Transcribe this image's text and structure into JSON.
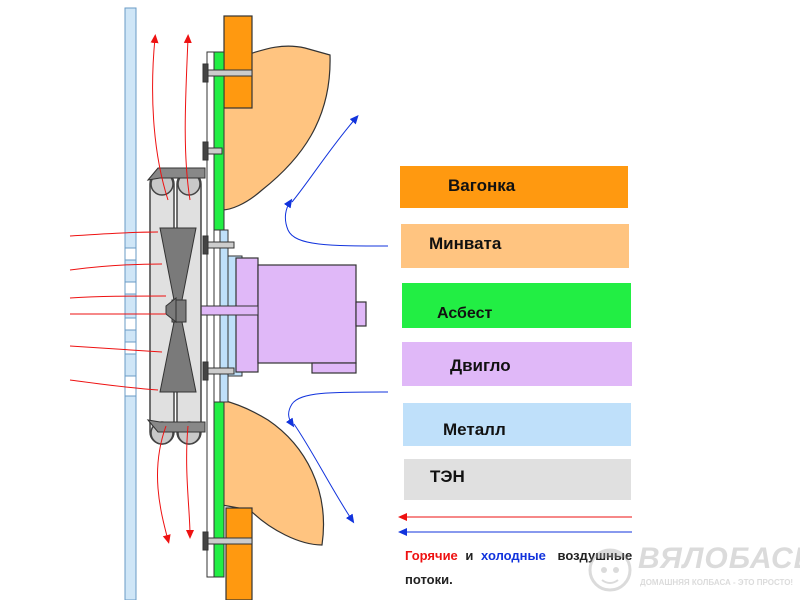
{
  "legend": {
    "vagonka": {
      "label": "Вагонка",
      "color": "#ff9910"
    },
    "minvata": {
      "label": "Минвата",
      "color": "#ffc480"
    },
    "asbest": {
      "label": "Асбест",
      "color": "#22ee44"
    },
    "dviglo": {
      "label": "Двигло",
      "color": "#e0b8f8"
    },
    "metall": {
      "label": "Металл",
      "color": "#bfe0fa"
    },
    "ten": {
      "label": "ТЭН",
      "color": "#e0e0e0"
    }
  },
  "caption": {
    "hot": "Горячие",
    "and": "и",
    "cold": "холодные",
    "rest": "воздушные",
    "line2": "потоки."
  },
  "flow_colors": {
    "hot": "#ee1111",
    "cold": "#1133dd"
  },
  "watermark": {
    "title": "ВЯЛОБАСЫ",
    "slogan": "ДОМАШНЯЯ КОЛБАСА - ЭТО ПРОСТО!"
  }
}
